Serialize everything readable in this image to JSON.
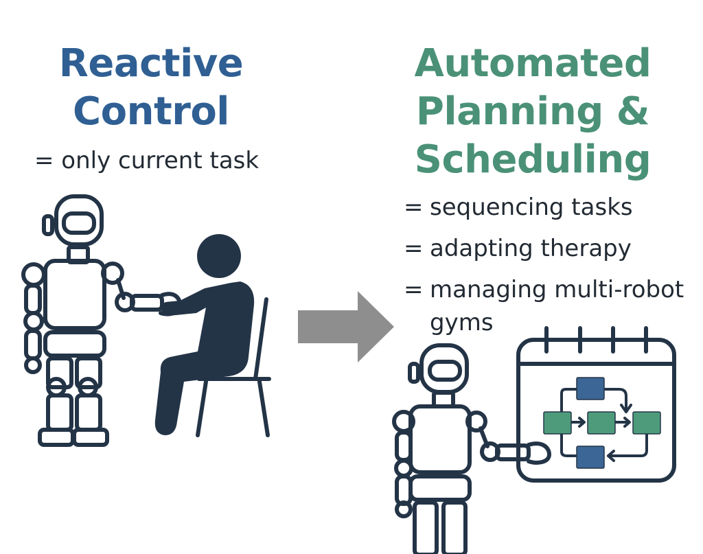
{
  "colors": {
    "left_title": "#2f5f93",
    "right_title": "#4a9177",
    "outline": "#243447",
    "arrow": "#8e8e8e",
    "block_blue": "#3b6696",
    "block_green": "#4e9b7c"
  },
  "left": {
    "title_line1": "Reactive",
    "title_line2": "Control",
    "description": "= only current task"
  },
  "right": {
    "title_line1": "Automated",
    "title_line2": "Planning &",
    "title_line3": "Scheduling",
    "items": [
      {
        "eq": "=",
        "text": "sequencing tasks"
      },
      {
        "eq": "=",
        "text": "adapting therapy"
      },
      {
        "eq": "=",
        "text": "managing multi-robot gyms"
      }
    ]
  },
  "icons": [
    "robot-icon",
    "seated-person-icon",
    "arrow-right-icon",
    "robot-icon",
    "calendar-icon",
    "workflow-diagram-icon"
  ]
}
